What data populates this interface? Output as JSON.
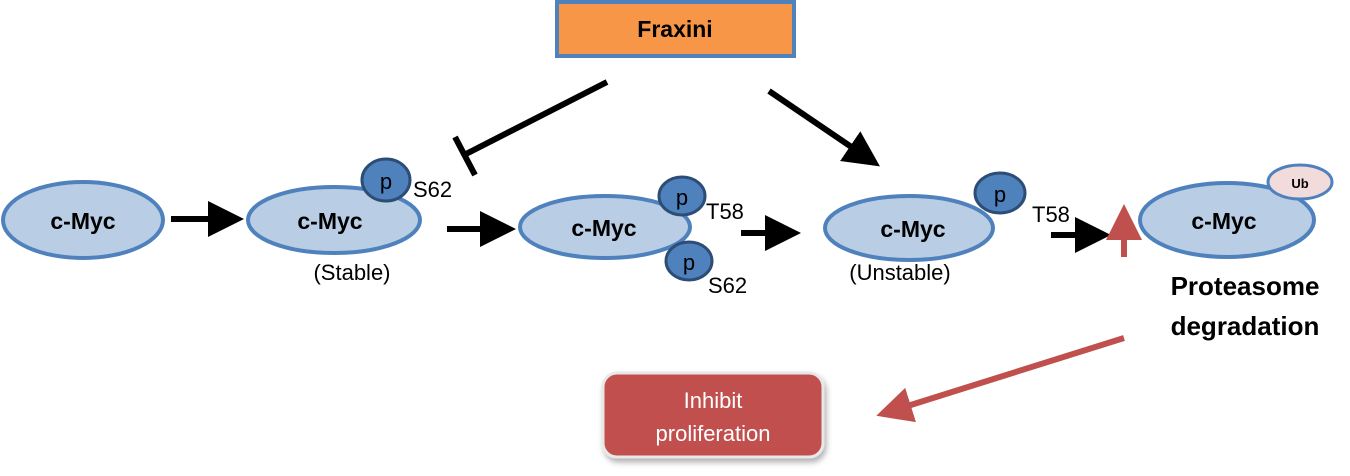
{
  "diagram": {
    "drug": "Fraxini",
    "proteins": [
      {
        "label": "c-Myc"
      },
      {
        "label": "c-Myc",
        "phospho": "p",
        "site": "S62",
        "state": "(Stable)"
      },
      {
        "label": "c-Myc",
        "phospho_top": "p",
        "site_top": "T58",
        "phospho_bottom": "p",
        "site_bottom": "S62"
      },
      {
        "label": "c-Myc",
        "phospho": "p",
        "site": "T58",
        "state": "(Unstable)"
      },
      {
        "label": "c-Myc",
        "tag": "Ub"
      }
    ],
    "degradation": {
      "line1": "Proteasome",
      "line2": "degradation"
    },
    "outcome": {
      "line1": "Inhibit",
      "line2": "proliferation"
    },
    "colors": {
      "drug_fill": "#f79646",
      "drug_border": "#4f81bd",
      "protein_fill": "#b9cde5",
      "protein_border": "#4f81bd",
      "phospho_fill": "#4f81bd",
      "phospho_border": "#2c4d75",
      "ub_fill": "#f2dcdb",
      "ub_border": "#4f81bd",
      "outcome_fill": "#c0504d",
      "red_arrow": "#c0504d",
      "arrow": "#000000"
    }
  }
}
